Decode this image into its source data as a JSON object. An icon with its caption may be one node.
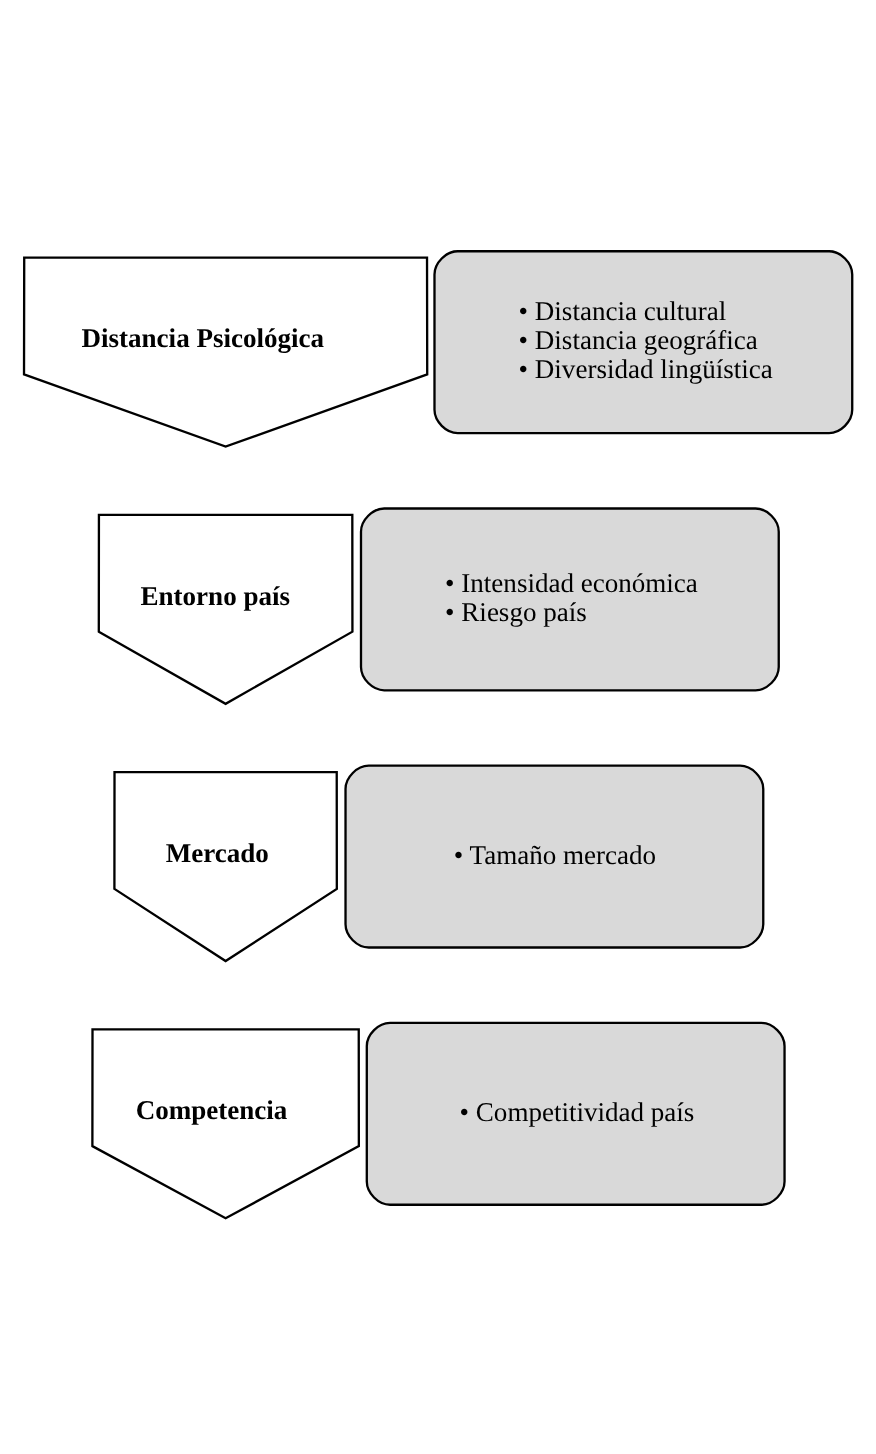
{
  "diagram": {
    "nodes": [
      {
        "text": [
          "Distancia Psicológica"
        ]
      },
      {
        "text": [
          "• Distancia cultural",
          "• Distancia geográfica",
          "• Diversidad lingüística"
        ]
      },
      {
        "text": [
          "Entorno país"
        ]
      },
      {
        "text": [
          "• Intensidad económica",
          "• Riesgo país"
        ]
      },
      {
        "text": [
          "Mercado"
        ]
      },
      {
        "text": [
          "• Tamaño mercado"
        ]
      },
      {
        "text": [
          "Competencia"
        ]
      },
      {
        "text": [
          "• Competitividad país"
        ]
      }
    ],
    "edges": []
  }
}
